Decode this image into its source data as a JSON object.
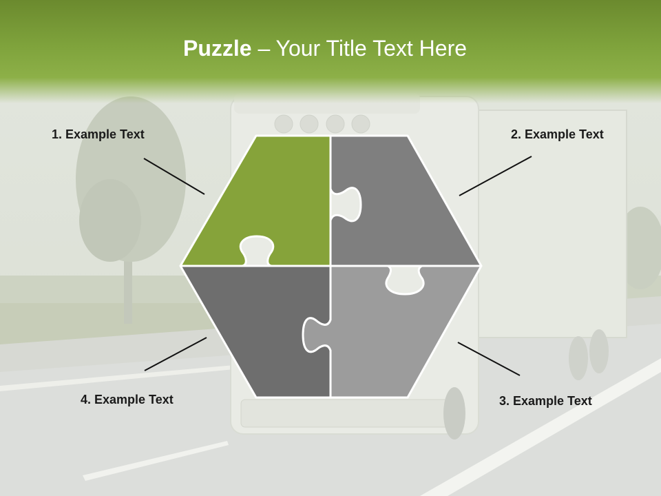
{
  "title": {
    "strong": "Puzzle",
    "rest": "  – Your Title Text Here"
  },
  "labels": [
    "1. Example Text",
    "2. Example Text",
    "3. Example Text",
    "4. Example Text"
  ],
  "colors": {
    "header_green": "#7fa33c",
    "piece_green": "#86a33a",
    "piece_gray_dark": "#6e6e6e",
    "piece_gray_mid": "#7f7f7f",
    "piece_gray_light": "#9c9c9c",
    "text": "#1a1a1a"
  }
}
